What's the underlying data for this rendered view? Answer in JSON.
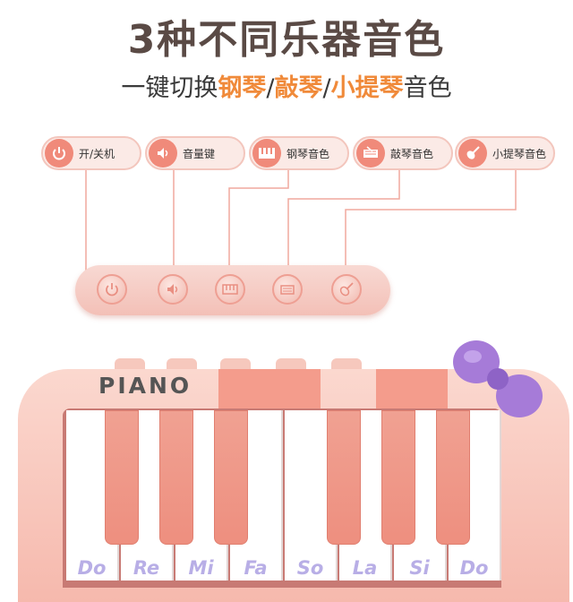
{
  "header": {
    "title": "3种不同乐器音色",
    "subtitle_pre": "一键切换",
    "subtitle_piano": "钢琴",
    "sep1": "/",
    "subtitle_dulcimer": "敲琴",
    "sep2": "/",
    "subtitle_violin": "小提琴",
    "subtitle_post": "音色",
    "accent_color": "#f08a3a"
  },
  "labels": [
    {
      "text": "开/关机",
      "icon": "power-icon"
    },
    {
      "text": "音量键",
      "icon": "speaker-icon"
    },
    {
      "text": "钢琴音色",
      "icon": "piano-keys-icon"
    },
    {
      "text": "敲琴音色",
      "icon": "dulcimer-icon"
    },
    {
      "text": "小提琴音色",
      "icon": "violin-icon"
    }
  ],
  "device": {
    "brand": "PIANO",
    "body_color": "#f6b9ad",
    "bow_color": "#a67bd8",
    "notes": [
      "Do",
      "Re",
      "Mi",
      "Fa",
      "So",
      "La",
      "Si",
      "Do"
    ]
  }
}
